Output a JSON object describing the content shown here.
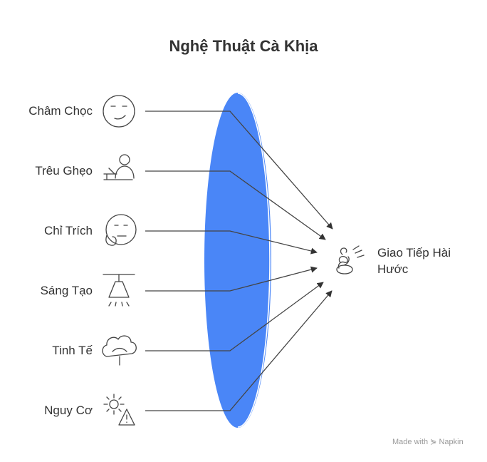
{
  "title": "Nghệ Thuật Cà Khịa",
  "inputs": [
    {
      "label": "Châm Chọc",
      "icon": "smirking-face-icon"
    },
    {
      "label": "Trêu Ghẹo",
      "icon": "person-pointing-icon"
    },
    {
      "label": "Chỉ Trích",
      "icon": "thinking-face-icon"
    },
    {
      "label": "Sáng Tạo",
      "icon": "ceiling-lamp-icon"
    },
    {
      "label": "Tinh Tế",
      "icon": "cloud-flower-icon"
    },
    {
      "label": "Nguy Cơ",
      "icon": "gear-warning-icon"
    }
  ],
  "target": {
    "line1": "Giao Tiếp Hài",
    "line2": "Hước",
    "icon": "spring-toy-icon"
  },
  "credit": {
    "prefix": "Made with",
    "brand": "Napkin"
  },
  "colors": {
    "lens": "#4a86f7",
    "lens_edge": "#ffffff",
    "line": "#444444",
    "text": "#333333"
  }
}
